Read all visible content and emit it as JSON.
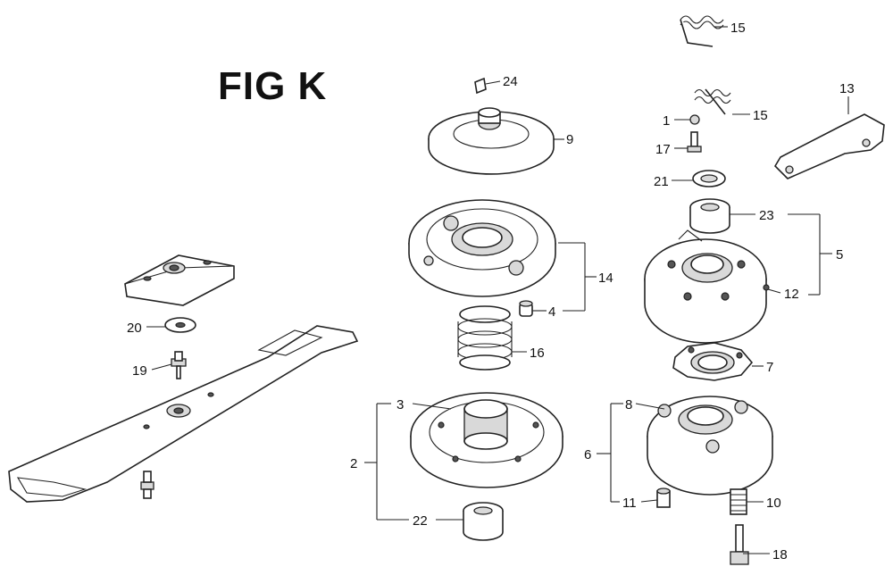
{
  "figure": {
    "title": "FIG K",
    "callouts": [
      {
        "id": "c24",
        "label": "24"
      },
      {
        "id": "c9",
        "label": "9"
      },
      {
        "id": "c14",
        "label": "14"
      },
      {
        "id": "c4",
        "label": "4"
      },
      {
        "id": "c16",
        "label": "16"
      },
      {
        "id": "c3",
        "label": "3"
      },
      {
        "id": "c2",
        "label": "2"
      },
      {
        "id": "c22",
        "label": "22"
      },
      {
        "id": "c20",
        "label": "20"
      },
      {
        "id": "c19",
        "label": "19"
      },
      {
        "id": "c15a",
        "label": "15"
      },
      {
        "id": "c15b",
        "label": "15"
      },
      {
        "id": "c1",
        "label": "1"
      },
      {
        "id": "c17",
        "label": "17"
      },
      {
        "id": "c13",
        "label": "13"
      },
      {
        "id": "c21",
        "label": "21"
      },
      {
        "id": "c23",
        "label": "23"
      },
      {
        "id": "c5",
        "label": "5"
      },
      {
        "id": "c12",
        "label": "12"
      },
      {
        "id": "c7",
        "label": "7"
      },
      {
        "id": "c8",
        "label": "8"
      },
      {
        "id": "c6",
        "label": "6"
      },
      {
        "id": "c11",
        "label": "11"
      },
      {
        "id": "c10",
        "label": "10"
      },
      {
        "id": "c18",
        "label": "18"
      }
    ]
  }
}
